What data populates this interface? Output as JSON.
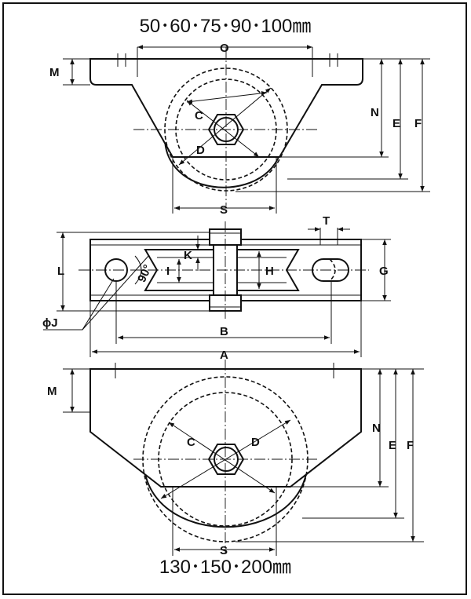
{
  "headers": {
    "top": "50･60･75･90･100㎜",
    "bottom": "130･150･200㎜"
  },
  "labels": {
    "O": "O",
    "M": "M",
    "C": "C",
    "D": "D",
    "N": "N",
    "E": "E",
    "F": "F",
    "S": "S",
    "T": "T",
    "K": "K",
    "L": "L",
    "G": "G",
    "I": "I",
    "H": "H",
    "J": "ϕJ",
    "angle": "90°",
    "B": "B",
    "A": "A"
  }
}
